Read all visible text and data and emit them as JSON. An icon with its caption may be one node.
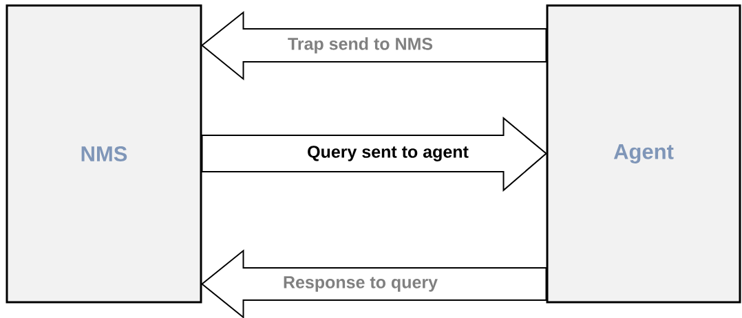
{
  "diagram": {
    "nodes": [
      {
        "text": [
          "NMS"
        ]
      },
      {
        "text": [
          "Agent"
        ]
      }
    ],
    "edges": [
      {
        "from": 1,
        "to": 0,
        "arrow": "to",
        "label": "Trap send to NMS"
      },
      {
        "from": 0,
        "to": 1,
        "arrow": "to",
        "label": "Query sent to agent"
      },
      {
        "from": 1,
        "to": 0,
        "arrow": "to",
        "label": "Response to query"
      }
    ]
  }
}
